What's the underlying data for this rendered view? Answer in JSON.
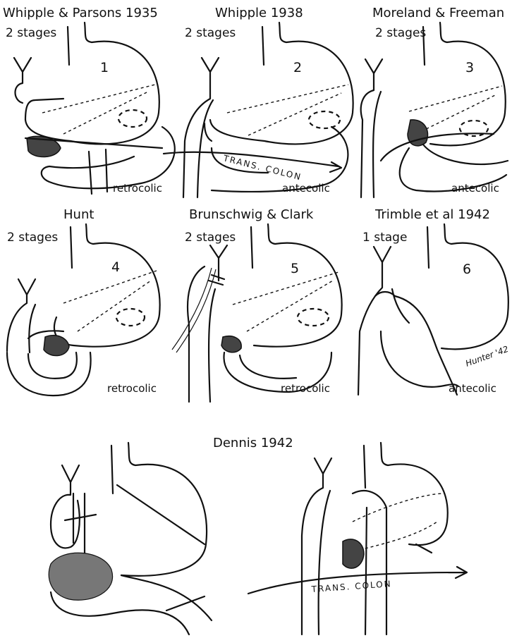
{
  "panels": [
    {
      "title": "Whipple & Parsons 1935",
      "stages": "2 stages",
      "number": "1",
      "note": "retrocolic"
    },
    {
      "title": "Whipple 1938",
      "stages": "2 stages",
      "number": "2",
      "note": "antecolic",
      "colon_label": "TRANS. COLON"
    },
    {
      "title": "Moreland & Freeman",
      "stages": "2 stages",
      "number": "3",
      "note": "antecolic"
    },
    {
      "title": "Hunt",
      "stages": "2 stages",
      "number": "4",
      "note": "retrocolic"
    },
    {
      "title": "Brunschwig & Clark",
      "stages": "2 stages",
      "number": "5",
      "note": "retrocolic"
    },
    {
      "title": "Trimble et al 1942",
      "stages": "1 stage",
      "number": "6",
      "note": "antecolic",
      "signature": "Hunter '42"
    }
  ],
  "bottom": {
    "title": "Dennis 1942",
    "colon_label": "TRANS. COLON"
  }
}
